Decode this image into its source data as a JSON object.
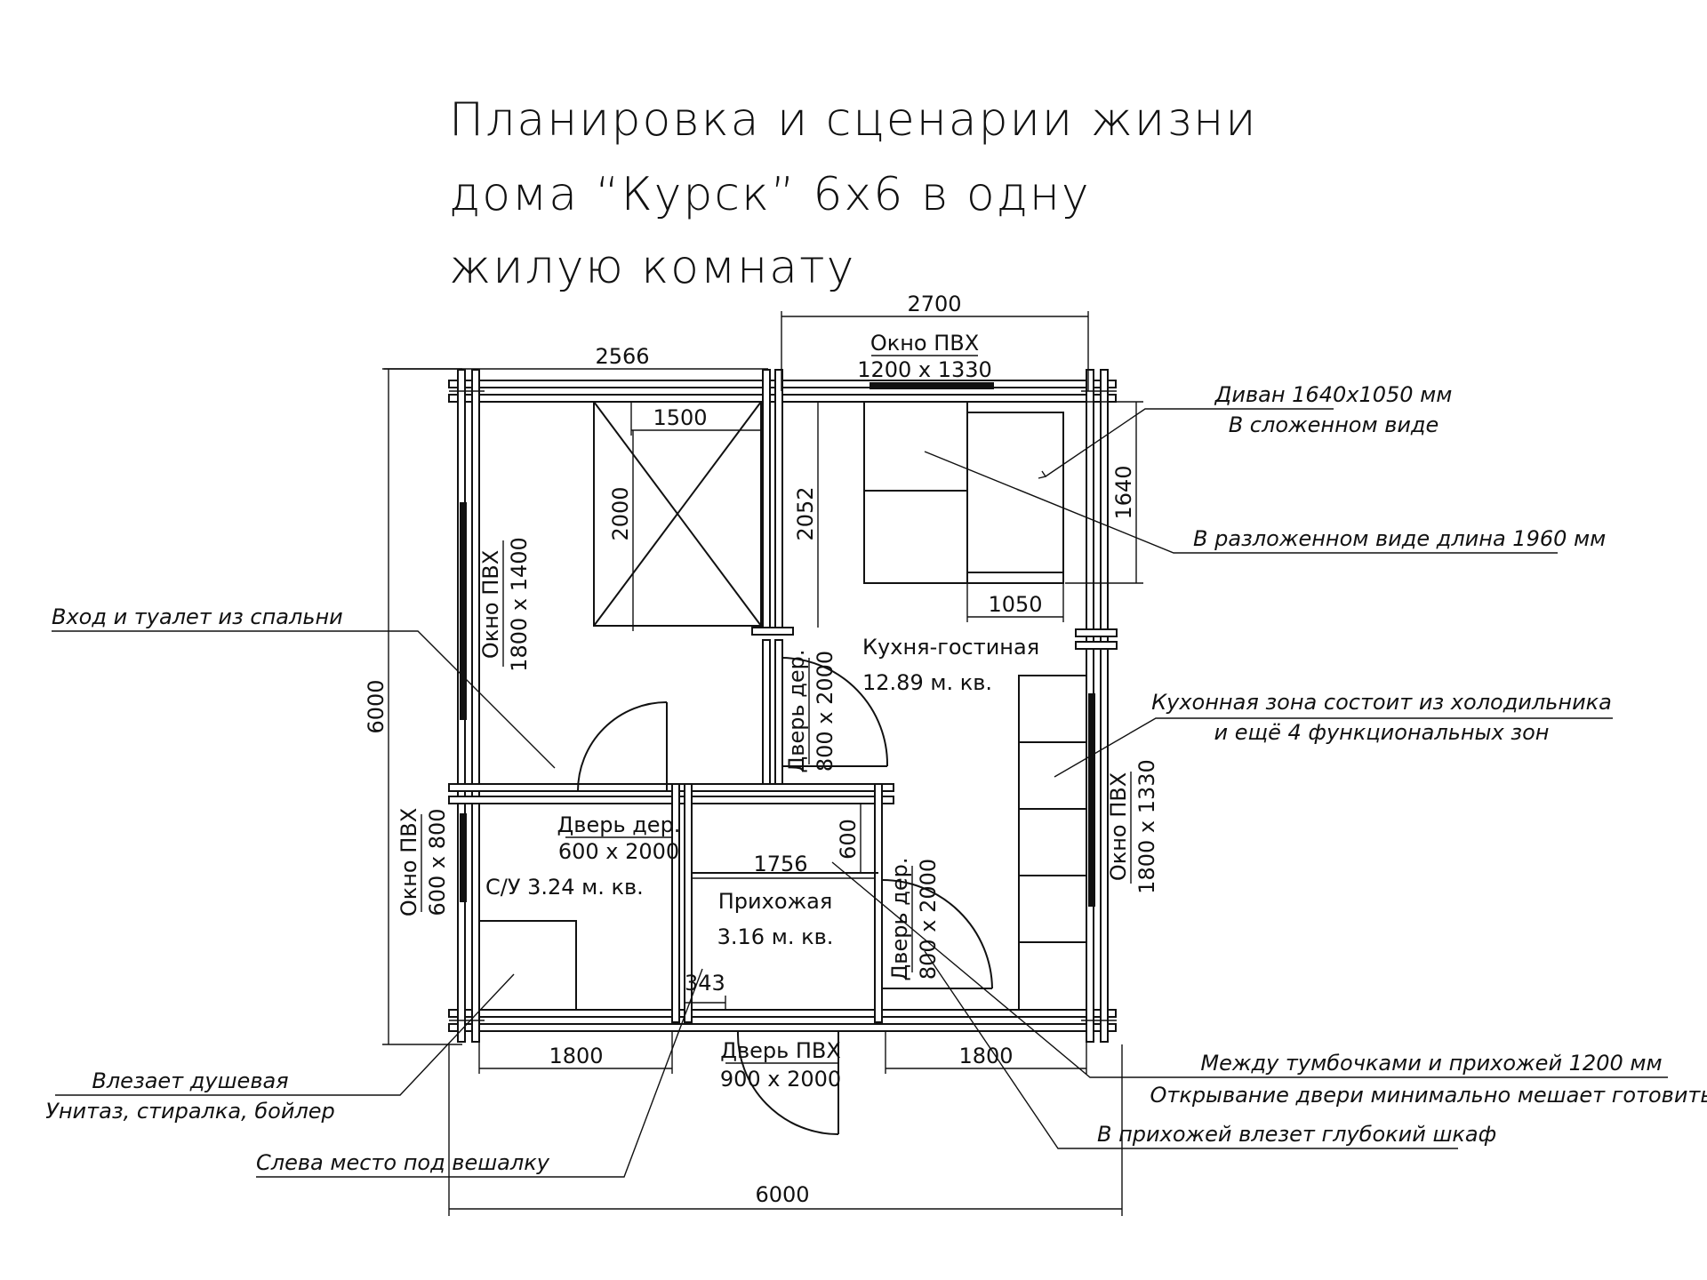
{
  "title": {
    "line1": "Планировка и сценарии жизни",
    "line2": "дома “Курск” 6х6 в одну",
    "line3": "жилую комнату"
  },
  "dimensions": {
    "top_right": "2700",
    "top_left": "2566",
    "bed_width": "1500",
    "bed_length": "2000",
    "partition_length": "2052",
    "sofa_depth": "1050",
    "sofa_length": "1640",
    "overall_height": "6000",
    "overall_width": "6000",
    "hall_width": "1756",
    "hall_depth": "600",
    "bottom_left": "1800",
    "bottom_right": "1800",
    "small_offset": "343"
  },
  "rooms": {
    "living_name": "Кухня-гостиная",
    "living_area": "12.89 м. кв.",
    "bath": "С/У 3.24 м. кв.",
    "hall_name": "Прихожая",
    "hall_area": "3.16 м. кв."
  },
  "openings": {
    "win_top_title": "Окно ПВХ",
    "win_top_size": "1200 х 1330",
    "win_left_title": "Окно ПВХ",
    "win_left_size": "1800 х 1400",
    "win_bath_title": "Окно ПВХ",
    "win_bath_size": "600 х 800",
    "win_right_title": "Окно ПВХ",
    "win_right_size": "1800 х 1330",
    "door_living_title": "Дверь дер.",
    "door_living_size": "800 х 2000",
    "door_bath_title": "Дверь дер.",
    "door_bath_size": "600 х 2000",
    "door_hall_title": "Дверь дер.",
    "door_hall_size": "800 х 2000",
    "door_entry_title": "Дверь ПВХ",
    "door_entry_size": "900 х 2000"
  },
  "notes": {
    "sofa_1": "Диван 1640х1050 мм",
    "sofa_2": "В сложенном виде",
    "sofa_unfolded": "В разложенном виде длина 1960 мм",
    "entry_toilet": "Вход и туалет из спальни",
    "kitchen_1": "Кухонная зона состоит из холодильника",
    "kitchen_2": "и ещё 4 функциональных зон",
    "shower_1": "Влезает душевая",
    "shower_2": "Унитаз, стиралка, бойлер",
    "hanger": "Слева место под вешалку",
    "between_1": "Между тумбочками и прихожей 1200 мм",
    "between_2": "Открывание двери минимально мешает готовить",
    "wardrobe": "В прихожей влезет глубокий шкаф"
  }
}
